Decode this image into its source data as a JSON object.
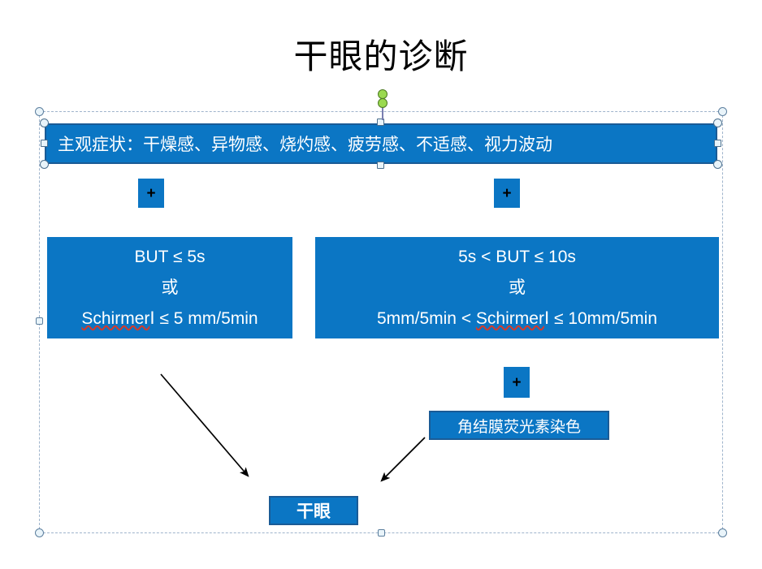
{
  "slide": {
    "title": "干眼的诊断",
    "accent_blue": "#0b76c4",
    "accent_blue_border": "#1a5b96",
    "selection_dash_color": "#9fb4cc",
    "rotation_handle_color": "#9ad94f",
    "spellcheck_underline_color": "#d33a2c"
  },
  "symptom_bar": {
    "text": "主观症状：干燥感、异物感、烧灼感、疲劳感、不适感、视力波动"
  },
  "connectors": {
    "plus_left": "+",
    "plus_right": "+",
    "plus_stain": "+"
  },
  "criteria_left": {
    "line1": "BUT ≤ 5s",
    "line2": "或",
    "line3_prefix": "",
    "line3_spelled": "Schirmer",
    "line3_suffix": "Ⅰ ≤ 5 mm/5min"
  },
  "criteria_right": {
    "line1": "5s < BUT ≤ 10s",
    "line2": "或",
    "line3_prefix": "5mm/5min < ",
    "line3_spelled": "Schirmer",
    "line3_suffix": "Ⅰ ≤ 10mm/5min"
  },
  "stain_box": {
    "text": "角结膜荧光素染色"
  },
  "result_box": {
    "text": "干眼"
  }
}
